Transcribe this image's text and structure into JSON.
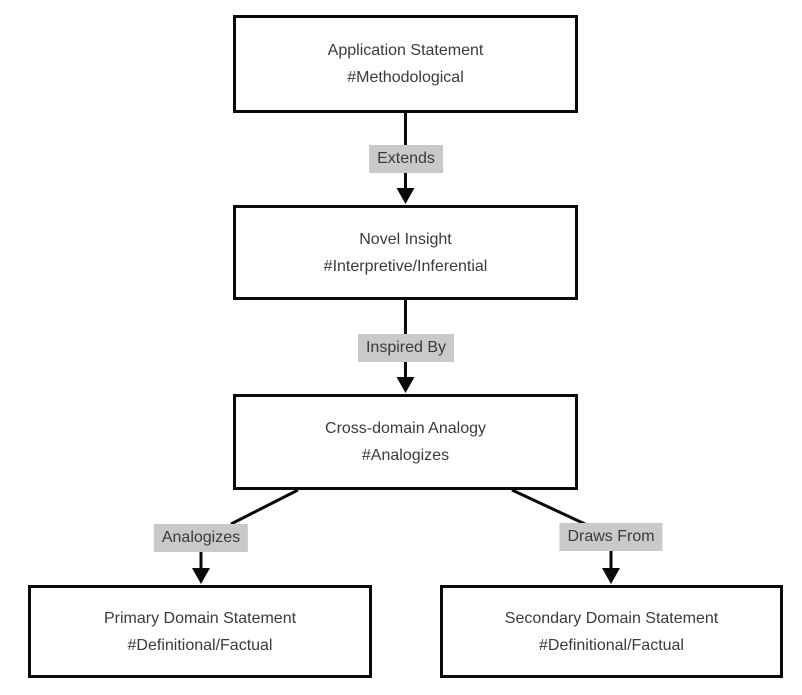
{
  "diagram": {
    "nodes": {
      "application": {
        "title": "Application Statement",
        "tag": "#Methodological"
      },
      "novel": {
        "title": "Novel Insight",
        "tag": "#Interpretive/Inferential"
      },
      "cross": {
        "title": "Cross-domain Analogy",
        "tag": "#Analogizes"
      },
      "primary": {
        "title": "Primary Domain Statement",
        "tag": "#Definitional/Factual"
      },
      "secondary": {
        "title": "Secondary Domain Statement",
        "tag": "#Definitional/Factual"
      }
    },
    "edges": {
      "extends": "Extends",
      "inspired_by": "Inspired By",
      "analogizes": "Analogizes",
      "draws_from": "Draws From"
    },
    "colors": {
      "box_border": "#0a0a0a",
      "box_fill": "#ffffff",
      "text": "#3a3a3a",
      "label_bg": "#c9c9c9",
      "arrow": "#0a0a0a",
      "background": "#ffffff"
    }
  }
}
